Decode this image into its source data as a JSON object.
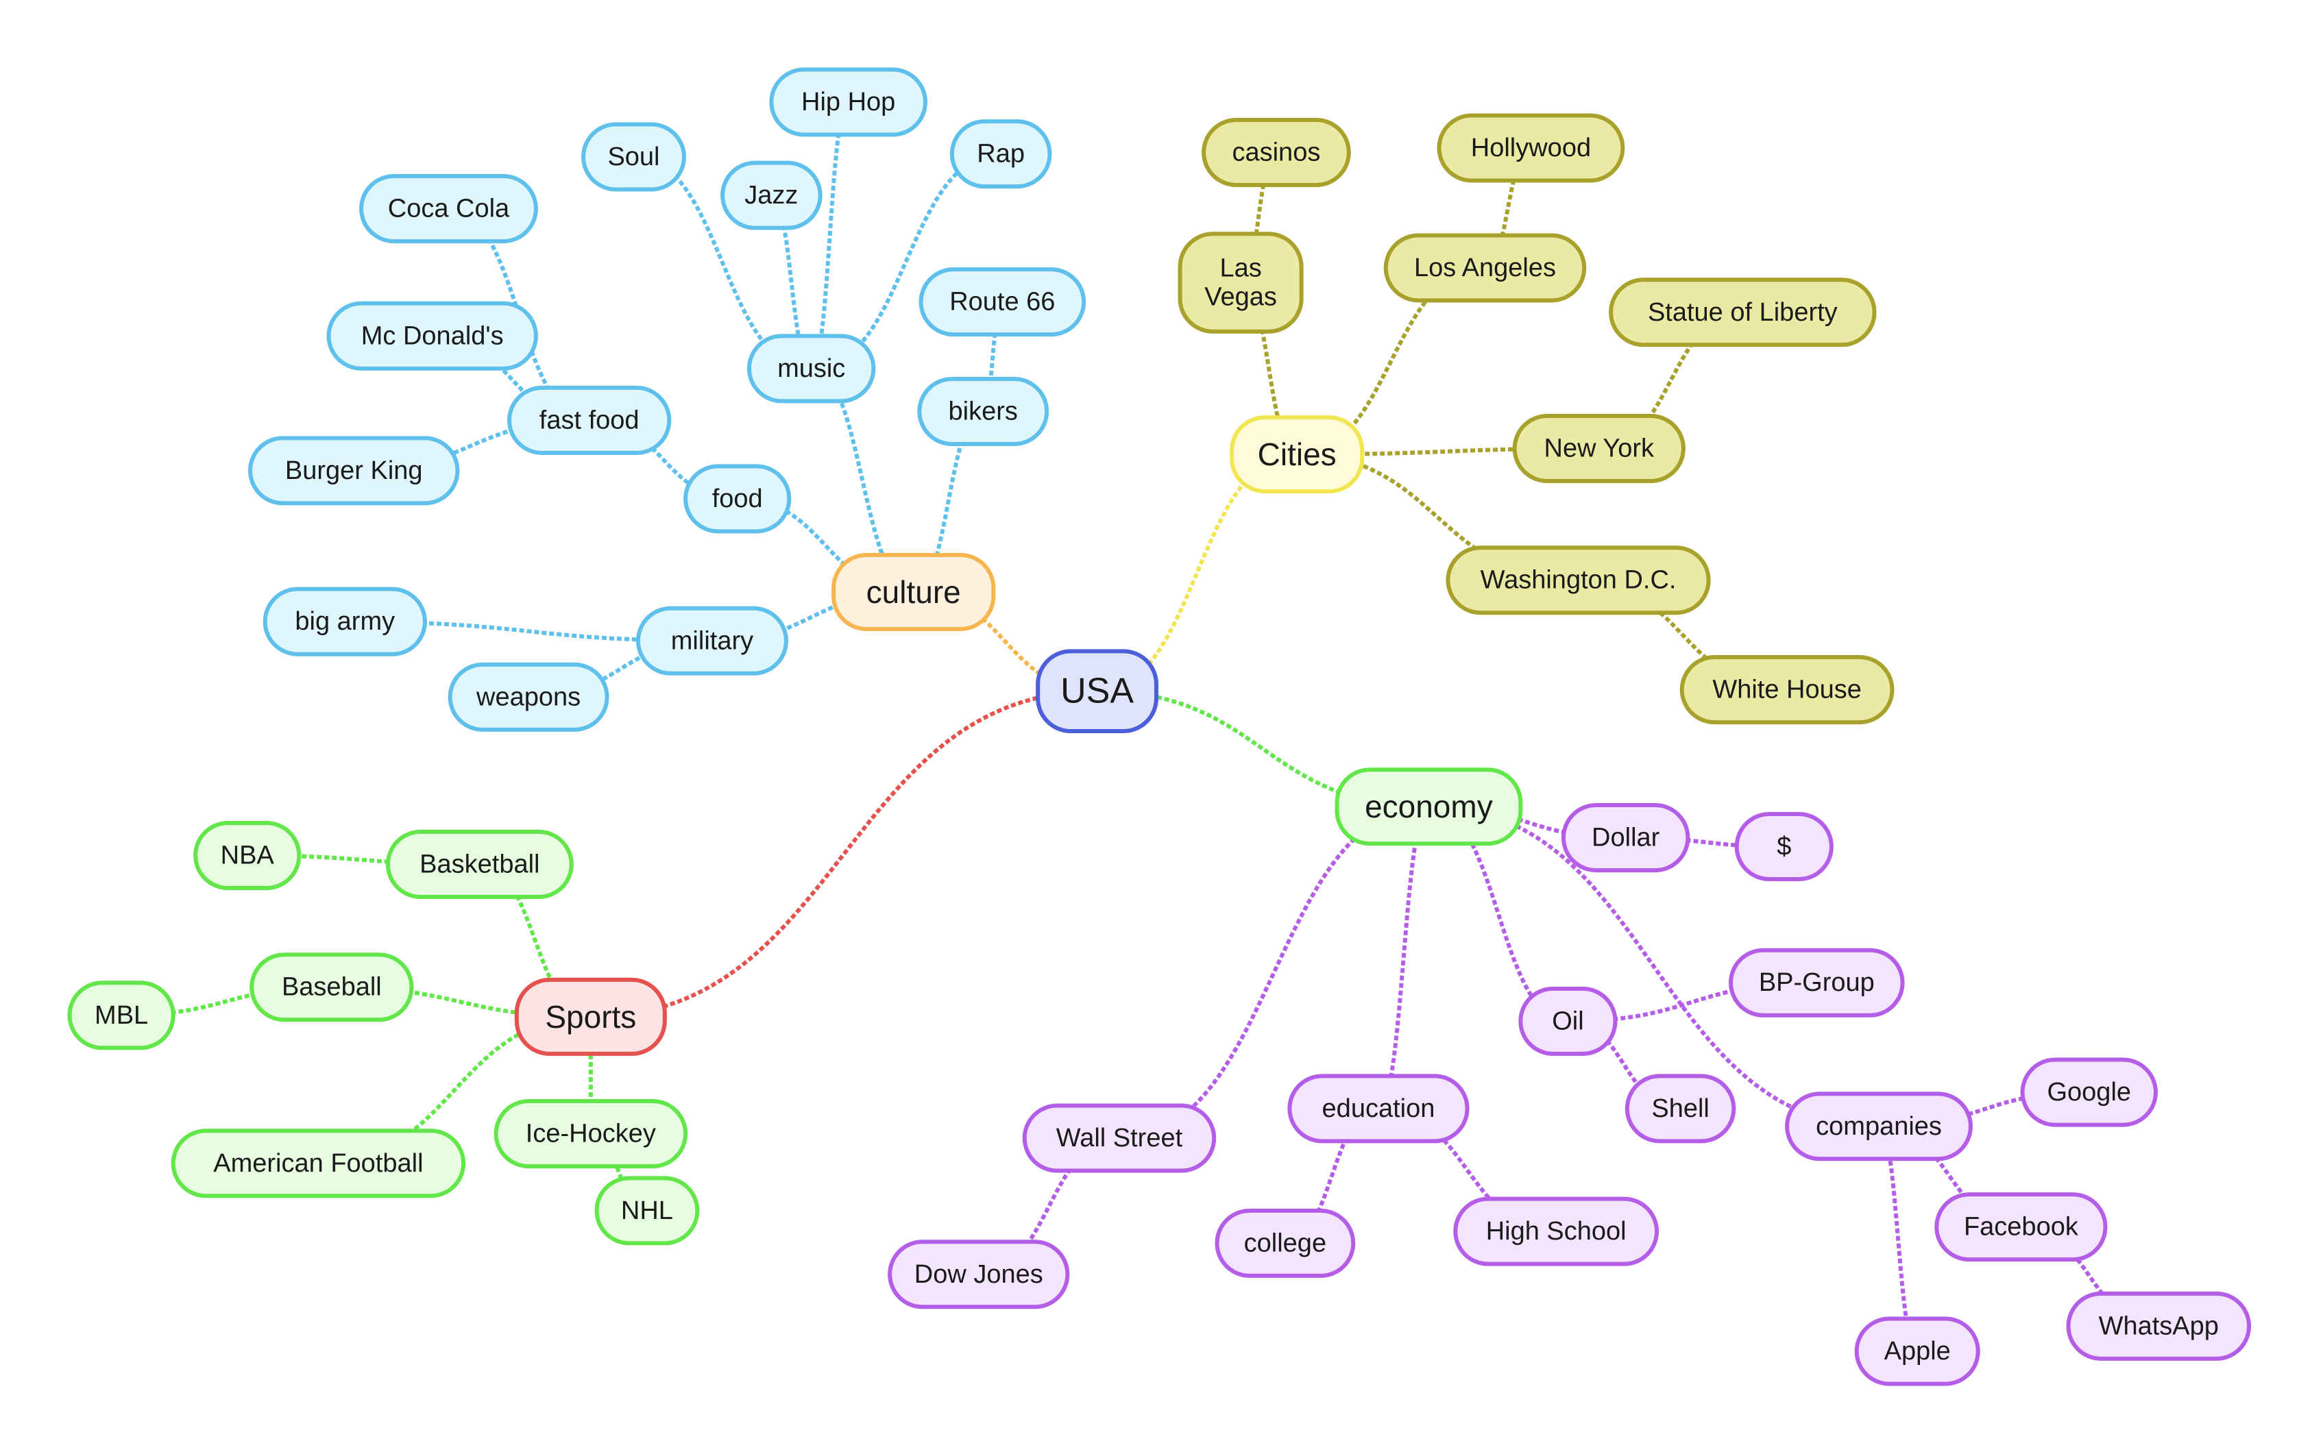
{
  "mindmap": {
    "root": "USA",
    "branches": [
      {
        "label": "culture",
        "children": [
          {
            "label": "music",
            "children": [
              {
                "label": "Soul"
              },
              {
                "label": "Jazz"
              },
              {
                "label": "Hip Hop"
              },
              {
                "label": "Rap"
              }
            ]
          },
          {
            "label": "bikers",
            "children": [
              {
                "label": "Route 66"
              }
            ]
          },
          {
            "label": "food",
            "children": [
              {
                "label": "fast food",
                "children": [
                  {
                    "label": "Coca Cola"
                  },
                  {
                    "label": "Mc Donald's"
                  },
                  {
                    "label": "Burger King"
                  }
                ]
              }
            ]
          },
          {
            "label": "military",
            "children": [
              {
                "label": "big army"
              },
              {
                "label": "weapons"
              }
            ]
          }
        ]
      },
      {
        "label": "Cities",
        "children": [
          {
            "label": "Las Vegas",
            "children": [
              {
                "label": "casinos"
              }
            ]
          },
          {
            "label": "Los Angeles",
            "children": [
              {
                "label": "Hollywood"
              }
            ]
          },
          {
            "label": "New York",
            "children": [
              {
                "label": "Statue of Liberty"
              }
            ]
          },
          {
            "label": "Washington D.C.",
            "children": [
              {
                "label": "White House"
              }
            ]
          }
        ]
      },
      {
        "label": "economy",
        "children": [
          {
            "label": "Dollar",
            "children": [
              {
                "label": "$"
              }
            ]
          },
          {
            "label": "Oil",
            "children": [
              {
                "label": "BP-Group"
              },
              {
                "label": "Shell"
              }
            ]
          },
          {
            "label": "companies",
            "children": [
              {
                "label": "Google"
              },
              {
                "label": "Facebook",
                "children": [
                  {
                    "label": "WhatsApp"
                  }
                ]
              },
              {
                "label": "Apple"
              }
            ]
          },
          {
            "label": "education",
            "children": [
              {
                "label": "college"
              },
              {
                "label": "High School"
              }
            ]
          },
          {
            "label": "Wall Street",
            "children": [
              {
                "label": "Dow Jones"
              }
            ]
          }
        ]
      },
      {
        "label": "Sports",
        "children": [
          {
            "label": "Basketball",
            "children": [
              {
                "label": "NBA"
              }
            ]
          },
          {
            "label": "Baseball",
            "children": [
              {
                "label": "MBL"
              }
            ]
          },
          {
            "label": "American Football"
          },
          {
            "label": "Ice-Hockey",
            "children": [
              {
                "label": "NHL"
              }
            ]
          }
        ]
      }
    ]
  },
  "colors": {
    "root": {
      "fill": "#dfe4fb",
      "stroke": "#4a5fd9",
      "line": "#4a5fd9"
    },
    "culture_main": {
      "fill": "#fdf0dc",
      "stroke": "#f5b64f",
      "line": "#f5b64f"
    },
    "culture": {
      "fill": "#dff6fd",
      "stroke": "#5fc0ec",
      "line": "#5fc0ec"
    },
    "cities_main": {
      "fill": "#fffbd8",
      "stroke": "#f2e552",
      "line": "#f2e552"
    },
    "cities": {
      "fill": "#ebeaa4",
      "stroke": "#a8a12c",
      "line": "#a8a12c"
    },
    "economy_main": {
      "fill": "#e8fde0",
      "stroke": "#62e64a",
      "line": "#62e64a"
    },
    "economy": {
      "fill": "#f4e4fd",
      "stroke": "#b45ee8",
      "line": "#b45ee8"
    },
    "sports_main": {
      "fill": "#fde3e3",
      "stroke": "#e5514d",
      "line": "#e5514d"
    },
    "sports": {
      "fill": "#e6fde0",
      "stroke": "#62e64a",
      "line": "#62e64a"
    }
  }
}
